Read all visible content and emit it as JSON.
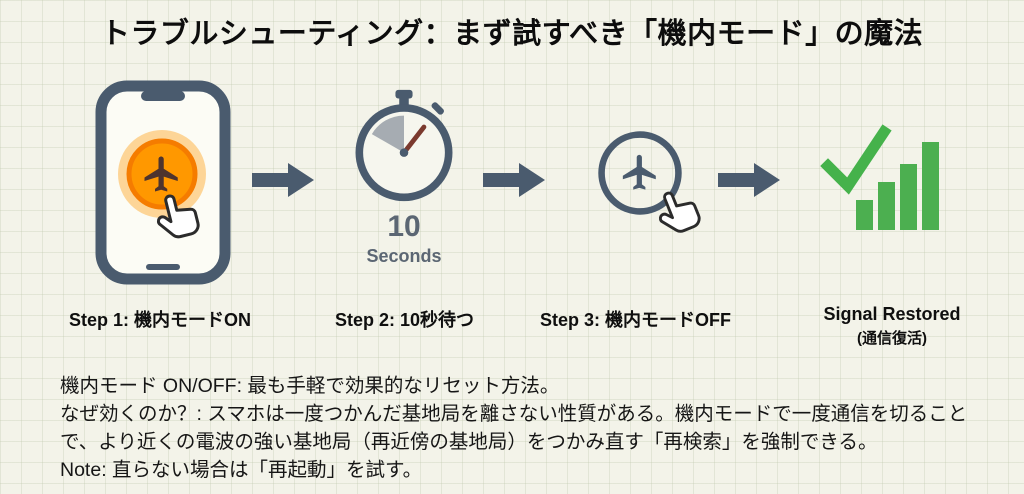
{
  "title": "トラブルシューティング：まず試すべき「機内モード」の魔法",
  "steps": [
    {
      "label": "Step 1: 機内モードON"
    },
    {
      "label": "Step 2: 10秒待つ",
      "timer_value": "10",
      "timer_unit": "Seconds"
    },
    {
      "label": "Step 3: 機内モードOFF"
    },
    {
      "label": "Signal Restored",
      "sublabel": "(通信復活)"
    }
  ],
  "notes": {
    "lines": [
      "機内モード ON/OFF: 最も手軽で効果的なリセット方法。",
      "なぜ効くのか？: スマホは一度つかんだ基地局を離さない性質がある。機内モードで一度通信を切ること",
      "で、より近くの電波の強い基地局（再近傍の基地局）をつかみ直す「再検索」を強制できる。",
      "Note: 直らない場合は「再起動」を試す。"
    ]
  },
  "icons": {
    "phone": "smartphone-icon",
    "airplane_on_button": "airplane-mode-on-button-icon",
    "tap_hand": "tap-hand-icon",
    "stopwatch": "stopwatch-icon",
    "arrow": "arrow-right-icon",
    "airplane_off": "airplane-mode-circle-icon",
    "signal_bars": "signal-bars-icon",
    "checkmark": "checkmark-icon"
  },
  "colors": {
    "background": "#f3f3e9",
    "grid_line": "#bfc7a5",
    "slate": "#4a5b6e",
    "orange": "#ff9800",
    "orange_glow": "#ffa726",
    "needle_red": "#7b3a2e",
    "green": "#4caf50",
    "text": "#0f0f0f"
  }
}
